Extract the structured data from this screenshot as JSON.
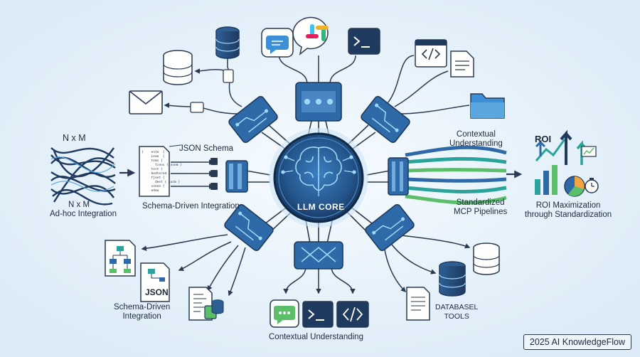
{
  "core": {
    "label": "LLM CORE"
  },
  "left": {
    "nxm_top": "N x M",
    "nxm_bottom": "N x M",
    "adhoc": "Ad-hoc Integration",
    "json_schema": "JSON Schema",
    "schema_driven": "Schema-Driven Integration",
    "schema_lines": [
      "{    ente  {",
      "     Leae  {",
      "     tems {",
      "       tiens { nsem }",
      "     test {",
      "     bedtered {",
      "     fjeet {",
      "       deet { sucm }",
      "     soene {",
      "     edew"
    ]
  },
  "right": {
    "contextual": "Contextual\nUnderstanding",
    "standardized": "Standardized\nMCP Pipelines",
    "roi_title": "ROI",
    "roi_caption": "ROI Maximization\nthrough Standardization"
  },
  "bottom": {
    "json_label": "JSON",
    "schema_driven": "Schema-Driven\nIntegration",
    "contextual": "Contextual Understanding",
    "database_tools": "DATABASEL\nTOOLS"
  },
  "icons": {
    "mail": "mail-icon",
    "database": "database-icon",
    "chat": "chat-icon",
    "slack": "slack-icon",
    "terminal": "terminal-icon",
    "code": "code-icon",
    "folder": "folder-icon",
    "document": "document-icon",
    "brain": "brain-icon",
    "chart": "chart-icon",
    "hierarchy": "hierarchy-icon"
  },
  "credit": "2025 AI KnowledgeFlow",
  "colors": {
    "background": "#e6f1fa",
    "navy": "#1e3a5f",
    "blue": "#2f6aa8",
    "teal": "#2aa39a",
    "green": "#5bbf6a",
    "line": "#2a3a52",
    "core_fill": "#24548a",
    "core_glow": "#9fd8ff"
  }
}
